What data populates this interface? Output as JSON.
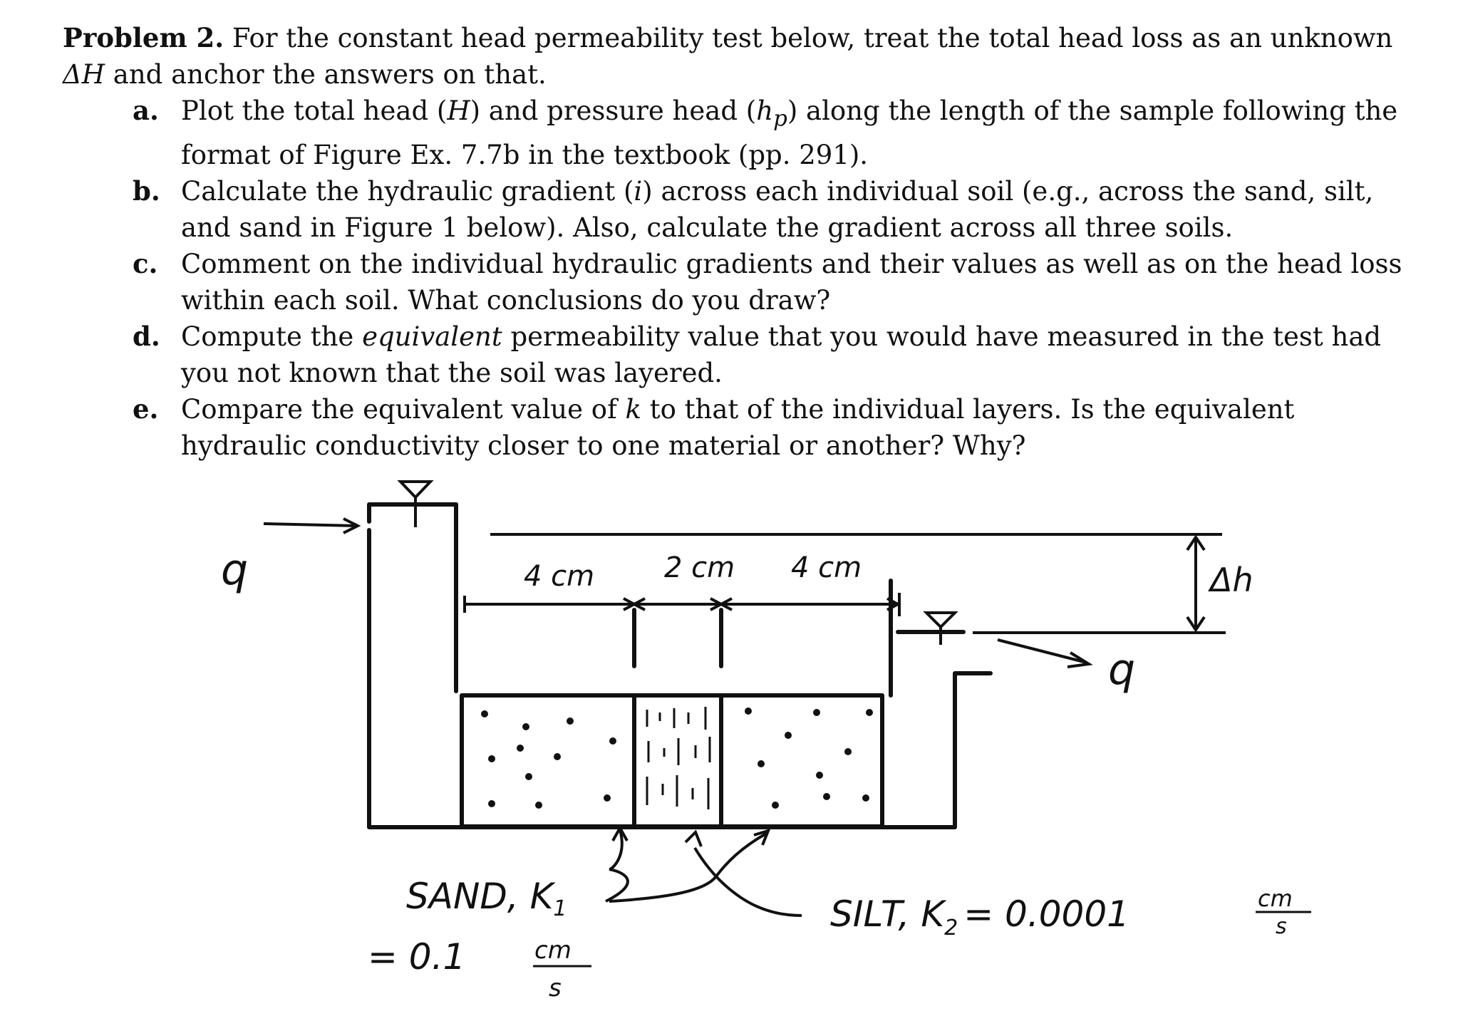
{
  "problem": {
    "title": "Problem 2.",
    "intro_1": "For the constant head permeability test below, treat the total head loss as an unknown",
    "intro_var": "ΔH",
    "intro_2": "and anchor the answers on that.",
    "items": [
      {
        "marker": "a.",
        "parts": [
          "Plot the total head (",
          "H",
          ") and pressure head (",
          "hp",
          ") along the length of the sample following the format of Figure Ex. 7.7b in the textbook (pp. 291)."
        ]
      },
      {
        "marker": "b.",
        "parts": [
          "Calculate the hydraulic gradient (",
          "i",
          ") across each individual soil (e.g., across the sand, silt, and sand in Figure 1 below). Also, calculate the gradient across all three soils."
        ]
      },
      {
        "marker": "c.",
        "text": "Comment on the individual hydraulic gradients and their values as well as on the head loss within each soil. What conclusions do you draw?"
      },
      {
        "marker": "d.",
        "parts": [
          "Compute the ",
          "equivalent",
          " permeability value that you would have measured in the test had you not known that the soil was layered."
        ]
      },
      {
        "marker": "e.",
        "parts": [
          "Compare the equivalent value of ",
          "k",
          " to that of the individual layers. Is the equivalent hydraulic conductivity closer to one material or another? Why?"
        ]
      }
    ]
  },
  "figure": {
    "flow_in": "q",
    "flow_out": "q",
    "len_sand_left": "4 cm",
    "len_silt": "2 cm",
    "len_sand_right": "4 cm",
    "head_diff": "Δh",
    "sand_label_1": "SAND, K",
    "sand_sub": "1",
    "sand_label_2": "= 0.1",
    "sand_unit_num": "cm",
    "sand_unit_den": "s",
    "silt_label": "SILT, K",
    "silt_sub": "2",
    "silt_value": "= 0.0001",
    "silt_unit_num": "cm",
    "silt_unit_den": "s"
  }
}
